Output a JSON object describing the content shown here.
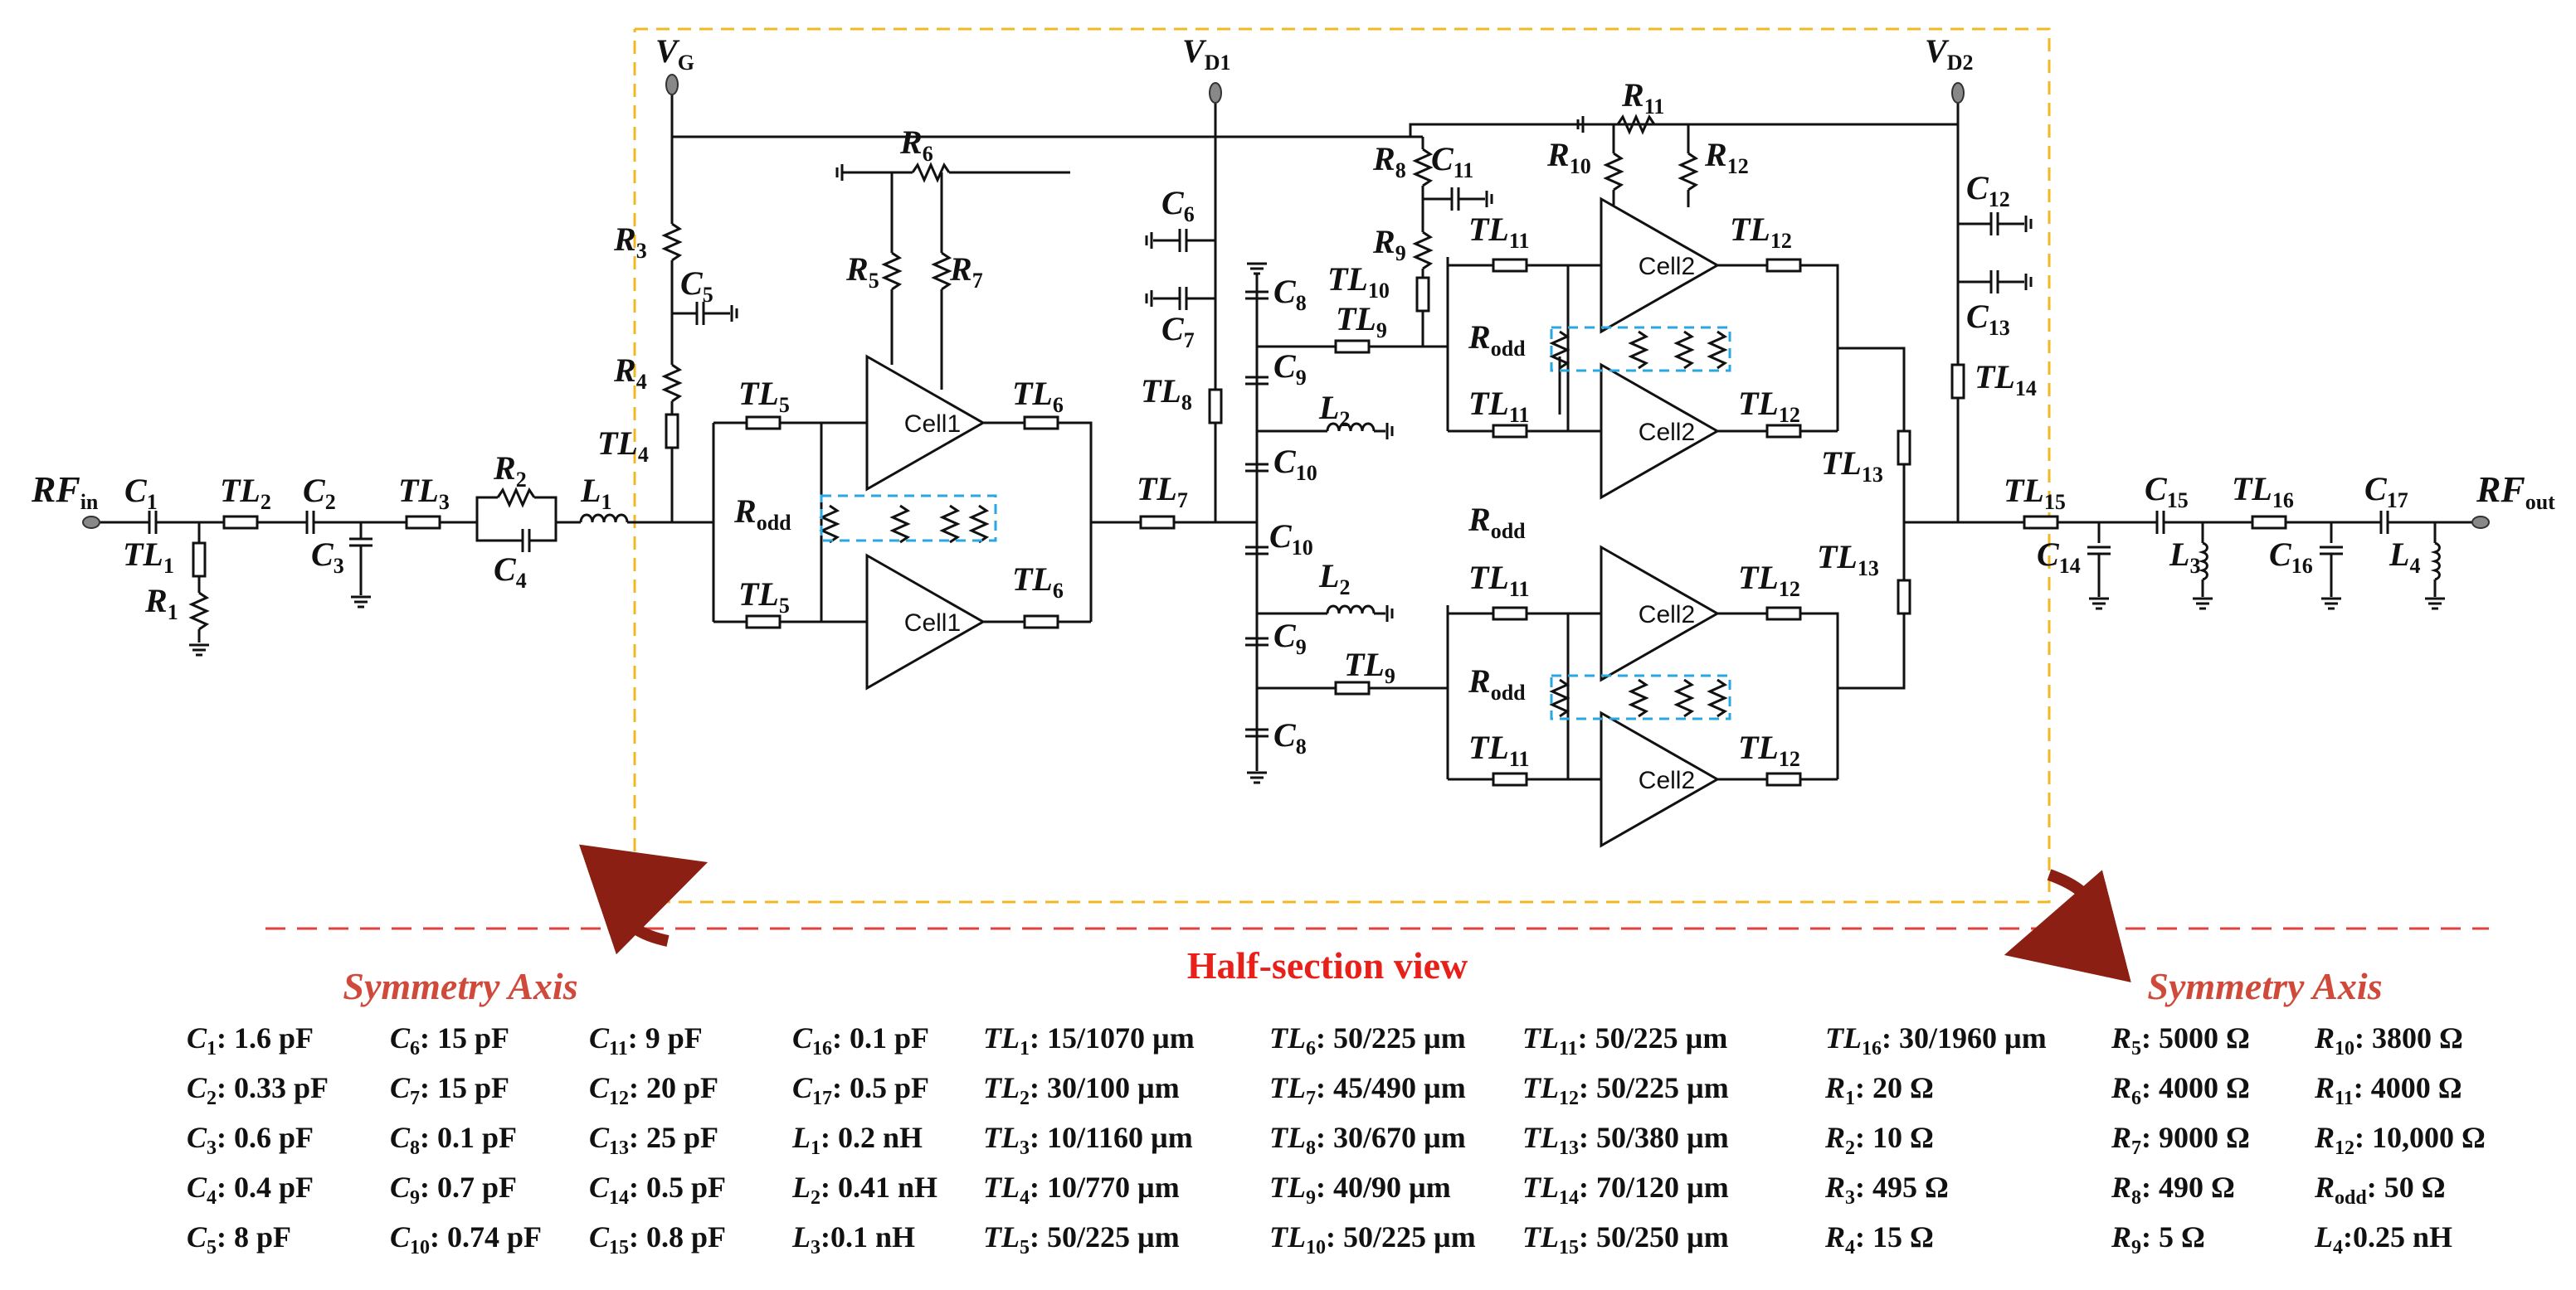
{
  "diagram": {
    "title": "Half-section view",
    "symmetry_axis_label": "Symmetry Axis",
    "supplies": [
      {
        "n": "V",
        "s": "G"
      },
      {
        "n": "V",
        "s": "D1"
      },
      {
        "n": "V",
        "s": "D2"
      }
    ],
    "ports": {
      "in": {
        "n": "RF",
        "s": "in"
      },
      "out": {
        "n": "RF",
        "s": "out"
      }
    },
    "cells": [
      "Cell1",
      "Cell2"
    ],
    "labels": [
      {
        "n": "C",
        "s": "1"
      },
      {
        "n": "TL",
        "s": "1"
      },
      {
        "n": "R",
        "s": "1"
      },
      {
        "n": "TL",
        "s": "2"
      },
      {
        "n": "C",
        "s": "2"
      },
      {
        "n": "C",
        "s": "3"
      },
      {
        "n": "TL",
        "s": "3"
      },
      {
        "n": "R",
        "s": "2"
      },
      {
        "n": "C",
        "s": "4"
      },
      {
        "n": "L",
        "s": "1"
      },
      {
        "n": "TL",
        "s": "4"
      },
      {
        "n": "R",
        "s": "4"
      },
      {
        "n": "R",
        "s": "3"
      },
      {
        "n": "C",
        "s": "5"
      },
      {
        "n": "TL",
        "s": "5"
      },
      {
        "n": "TL",
        "s": "5"
      },
      {
        "n": "R",
        "s": "odd"
      },
      {
        "n": "R",
        "s": "5"
      },
      {
        "n": "R",
        "s": "6"
      },
      {
        "n": "R",
        "s": "7"
      },
      {
        "n": "TL",
        "s": "6"
      },
      {
        "n": "TL",
        "s": "6"
      },
      {
        "n": "TL",
        "s": "7"
      },
      {
        "n": "C",
        "s": "6"
      },
      {
        "n": "C",
        "s": "7"
      },
      {
        "n": "TL",
        "s": "8"
      },
      {
        "n": "C",
        "s": "8"
      },
      {
        "n": "C",
        "s": "9"
      },
      {
        "n": "L",
        "s": "2"
      },
      {
        "n": "C",
        "s": "10"
      },
      {
        "n": "C",
        "s": "10"
      },
      {
        "n": "L",
        "s": "2"
      },
      {
        "n": "C",
        "s": "9"
      },
      {
        "n": "C",
        "s": "8"
      },
      {
        "n": "R",
        "s": "8"
      },
      {
        "n": "C",
        "s": "11"
      },
      {
        "n": "R",
        "s": "9"
      },
      {
        "n": "TL",
        "s": "10"
      },
      {
        "n": "TL",
        "s": "9"
      },
      {
        "n": "TL",
        "s": "9"
      },
      {
        "n": "TL",
        "s": "11"
      },
      {
        "n": "R",
        "s": "odd"
      },
      {
        "n": "TL",
        "s": "11"
      },
      {
        "n": "R",
        "s": "odd"
      },
      {
        "n": "TL",
        "s": "11"
      },
      {
        "n": "R",
        "s": "odd"
      },
      {
        "n": "TL",
        "s": "11"
      },
      {
        "n": "R",
        "s": "10"
      },
      {
        "n": "R",
        "s": "11"
      },
      {
        "n": "R",
        "s": "12"
      },
      {
        "n": "TL",
        "s": "12"
      },
      {
        "n": "TL",
        "s": "12"
      },
      {
        "n": "TL",
        "s": "12"
      },
      {
        "n": "TL",
        "s": "12"
      },
      {
        "n": "TL",
        "s": "13"
      },
      {
        "n": "TL",
        "s": "13"
      },
      {
        "n": "C",
        "s": "12"
      },
      {
        "n": "C",
        "s": "13"
      },
      {
        "n": "TL",
        "s": "14"
      },
      {
        "n": "TL",
        "s": "15"
      },
      {
        "n": "C",
        "s": "14"
      },
      {
        "n": "C",
        "s": "15"
      },
      {
        "n": "TL",
        "s": "16"
      },
      {
        "n": "L",
        "s": "3"
      },
      {
        "n": "C",
        "s": "16"
      },
      {
        "n": "C",
        "s": "17"
      },
      {
        "n": "L",
        "s": "4"
      }
    ]
  },
  "component_values": [
    {
      "n": "C",
      "s": "1",
      "v": ": 1.6 pF"
    },
    {
      "n": "C",
      "s": "2",
      "v": ": 0.33 pF"
    },
    {
      "n": "C",
      "s": "3",
      "v": ": 0.6 pF"
    },
    {
      "n": "C",
      "s": "4",
      "v": ": 0.4 pF"
    },
    {
      "n": "C",
      "s": "5",
      "v": ": 8 pF"
    },
    {
      "n": "C",
      "s": "6",
      "v": ": 15 pF"
    },
    {
      "n": "C",
      "s": "7",
      "v": ": 15 pF"
    },
    {
      "n": "C",
      "s": "8",
      "v": ": 0.1 pF"
    },
    {
      "n": "C",
      "s": "9",
      "v": ": 0.7 pF"
    },
    {
      "n": "C",
      "s": "10",
      "v": ": 0.74 pF"
    },
    {
      "n": "C",
      "s": "11",
      "v": ": 9 pF"
    },
    {
      "n": "C",
      "s": "12",
      "v": ": 20 pF"
    },
    {
      "n": "C",
      "s": "13",
      "v": ": 25 pF"
    },
    {
      "n": "C",
      "s": "14",
      "v": ": 0.5 pF"
    },
    {
      "n": "C",
      "s": "15",
      "v": ": 0.8 pF"
    },
    {
      "n": "C",
      "s": "16",
      "v": ": 0.1 pF"
    },
    {
      "n": "C",
      "s": "17",
      "v": ": 0.5 pF"
    },
    {
      "n": "L",
      "s": "1",
      "v": ": 0.2 nH"
    },
    {
      "n": "L",
      "s": "2",
      "v": ": 0.41 nH"
    },
    {
      "n": "L",
      "s": "3",
      "v": ":0.1 nH"
    },
    {
      "n": "TL",
      "s": "1",
      "v": ": 15/1070 µm"
    },
    {
      "n": "TL",
      "s": "2",
      "v": ": 30/100 µm"
    },
    {
      "n": "TL",
      "s": "3",
      "v": ": 10/1160 µm"
    },
    {
      "n": "TL",
      "s": "4",
      "v": ": 10/770 µm"
    },
    {
      "n": "TL",
      "s": "5",
      "v": ": 50/225 µm"
    },
    {
      "n": "TL",
      "s": "6",
      "v": ": 50/225 µm"
    },
    {
      "n": "TL",
      "s": "7",
      "v": ": 45/490 µm"
    },
    {
      "n": "TL",
      "s": "8",
      "v": ": 30/670 µm"
    },
    {
      "n": "TL",
      "s": "9",
      "v": ": 40/90 µm"
    },
    {
      "n": "TL",
      "s": "10",
      "v": ": 50/225 µm"
    },
    {
      "n": "TL",
      "s": "11",
      "v": ": 50/225 µm"
    },
    {
      "n": "TL",
      "s": "12",
      "v": ": 50/225 µm"
    },
    {
      "n": "TL",
      "s": "13",
      "v": ": 50/380 µm"
    },
    {
      "n": "TL",
      "s": "14",
      "v": ": 70/120 µm"
    },
    {
      "n": "TL",
      "s": "15",
      "v": ": 50/250 µm"
    },
    {
      "n": "TL",
      "s": "16",
      "v": ": 30/1960 µm"
    },
    {
      "n": "R",
      "s": "1",
      "v": ": 20 Ω"
    },
    {
      "n": "R",
      "s": "2",
      "v": ": 10 Ω"
    },
    {
      "n": "R",
      "s": "3",
      "v": ": 495 Ω"
    },
    {
      "n": "R",
      "s": "4",
      "v": ": 15 Ω"
    },
    {
      "n": "R",
      "s": "5",
      "v": ": 5000 Ω"
    },
    {
      "n": "R",
      "s": "6",
      "v": ": 4000 Ω"
    },
    {
      "n": "R",
      "s": "7",
      "v": ": 9000 Ω"
    },
    {
      "n": "R",
      "s": "8",
      "v": ": 490 Ω"
    },
    {
      "n": "R",
      "s": "9",
      "v": ": 5 Ω"
    },
    {
      "n": "R",
      "s": "10",
      "v": ": 3800 Ω"
    },
    {
      "n": "R",
      "s": "11",
      "v": ": 4000 Ω"
    },
    {
      "n": "R",
      "s": "12",
      "v": ": 10,000 Ω"
    },
    {
      "n": "R",
      "s": "odd",
      "v": ": 50 Ω"
    },
    {
      "n": "L",
      "s": "4",
      "v": ":0.25 nH"
    }
  ],
  "colors": {
    "frame": "#f2b824",
    "axis_line": "#e0413b",
    "rodd_box": "#2aa7e0",
    "arrow": "#8b1f13",
    "title": "#e8201a"
  }
}
